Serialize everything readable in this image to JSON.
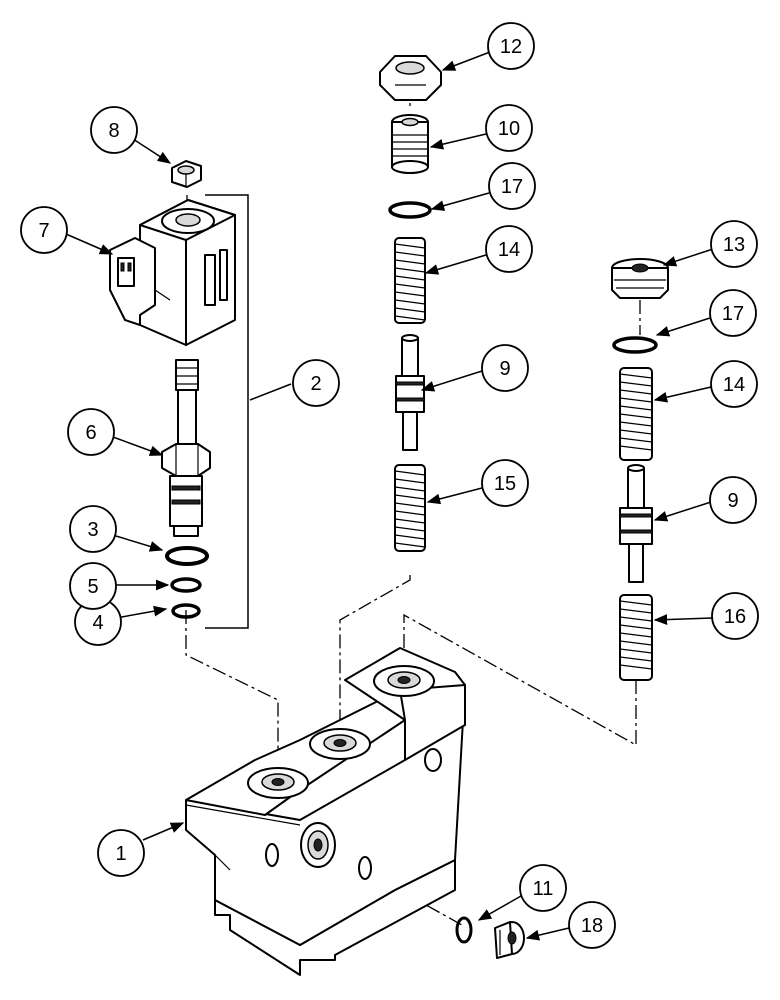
{
  "callouts": {
    "c1": "1",
    "c2": "2",
    "c3": "3",
    "c4": "4",
    "c5": "5",
    "c6": "6",
    "c7": "7",
    "c8": "8",
    "c9a": "9",
    "c9b": "9",
    "c10": "10",
    "c11": "11",
    "c12": "12",
    "c13": "13",
    "c14a": "14",
    "c14b": "14",
    "c15": "15",
    "c16": "16",
    "c17a": "17",
    "c17b": "17",
    "c18": "18"
  }
}
